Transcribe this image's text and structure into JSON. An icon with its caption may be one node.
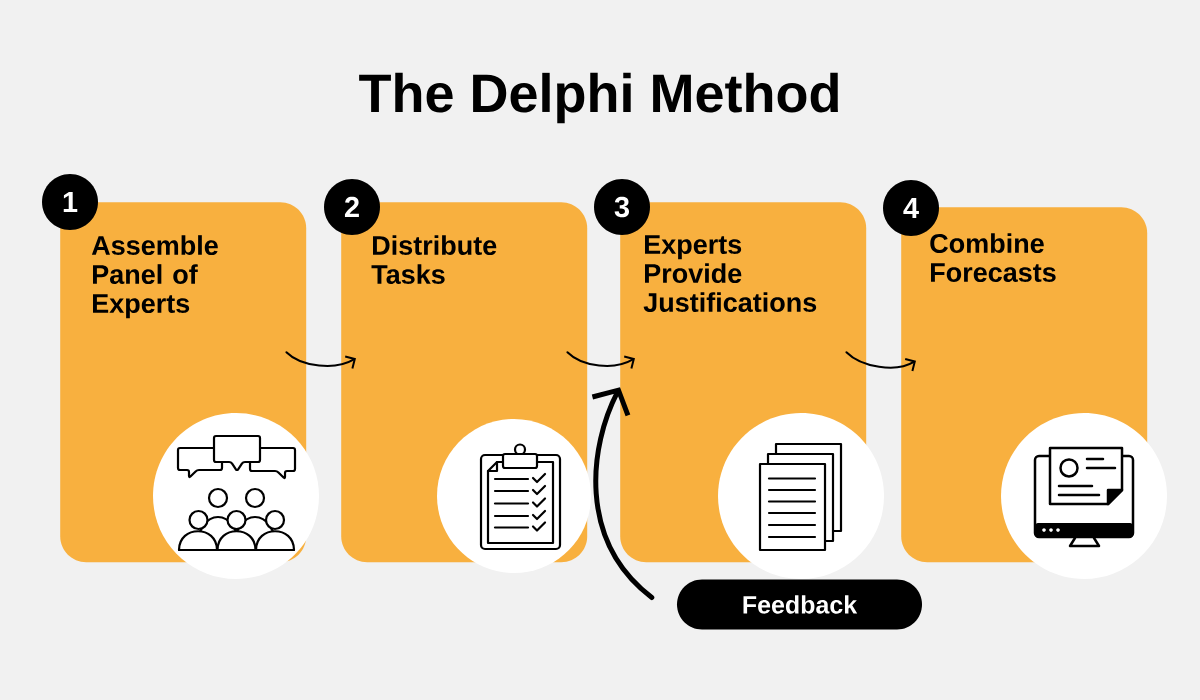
{
  "diagram": {
    "title": "The Delphi Method",
    "nodes": [
      {
        "text": [
          "1"
        ]
      },
      {
        "text": [
          "Assemble Panel of Experts"
        ]
      },
      {
        "text": [
          "2"
        ]
      },
      {
        "text": [
          "Distribute Tasks"
        ]
      },
      {
        "text": [
          "3"
        ]
      },
      {
        "text": [
          "Experts Provide Justifications"
        ]
      },
      {
        "text": [
          "4"
        ]
      },
      {
        "text": [
          "Combine Forecasts"
        ]
      },
      {
        "text": [
          "Feedback"
        ]
      }
    ],
    "edges": [
      {
        "from": 1,
        "to": 3,
        "arrow": "to"
      },
      {
        "from": 3,
        "to": 5,
        "arrow": "to"
      },
      {
        "from": 5,
        "to": 7,
        "arrow": "to"
      },
      {
        "from": 8,
        "to": 5,
        "arrow": "to",
        "style": "thick"
      }
    ]
  }
}
